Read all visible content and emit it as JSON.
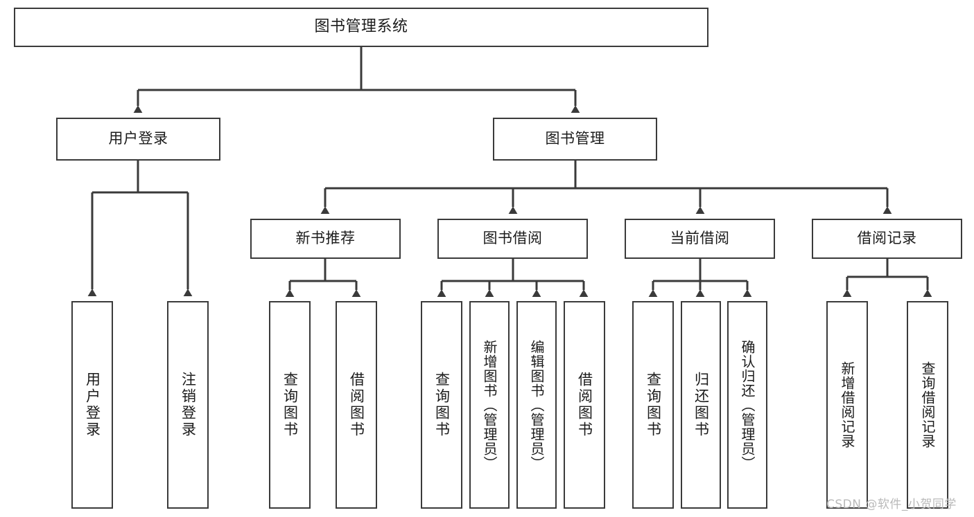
{
  "diagram": {
    "type": "tree-hierarchy",
    "title": "图书管理系统",
    "orientation": "top-down",
    "stroke_color": "#3a3a3a",
    "background_color": "#ffffff",
    "text_color": "#1b1b1b"
  },
  "nodes": {
    "root": {
      "label": "图书管理系统"
    },
    "level2": [
      {
        "id": "user-login",
        "label": "用户登录"
      },
      {
        "id": "book-manage",
        "label": "图书管理"
      }
    ],
    "level3": [
      {
        "id": "new-book-recommend",
        "label": "新书推荐"
      },
      {
        "id": "book-borrow",
        "label": "图书借阅"
      },
      {
        "id": "current-borrow",
        "label": "当前借阅"
      },
      {
        "id": "borrow-record",
        "label": "借阅记录"
      }
    ],
    "leaves": [
      {
        "id": "leaf-user-login",
        "label": "用户登录",
        "parent": "user-login"
      },
      {
        "id": "leaf-logout",
        "label": "注销登录",
        "parent": "user-login"
      },
      {
        "id": "leaf-query-book-1",
        "label": "查询图书",
        "parent": "new-book-recommend"
      },
      {
        "id": "leaf-borrow-book-1",
        "label": "借阅图书",
        "parent": "new-book-recommend"
      },
      {
        "id": "leaf-query-book-2",
        "label": "查询图书",
        "parent": "book-borrow"
      },
      {
        "id": "leaf-add-book",
        "label": "新增图书（管理员）",
        "parent": "book-borrow"
      },
      {
        "id": "leaf-edit-book",
        "label": "编辑图书（管理员）",
        "parent": "book-borrow"
      },
      {
        "id": "leaf-borrow-book-2",
        "label": "借阅图书",
        "parent": "book-borrow"
      },
      {
        "id": "leaf-query-book-3",
        "label": "查询图书",
        "parent": "current-borrow"
      },
      {
        "id": "leaf-return-book",
        "label": "归还图书",
        "parent": "current-borrow"
      },
      {
        "id": "leaf-confirm-return",
        "label": "确认归还（管理员）",
        "parent": "current-borrow"
      },
      {
        "id": "leaf-add-record",
        "label": "新增借阅记录",
        "parent": "borrow-record"
      },
      {
        "id": "leaf-query-record",
        "label": "查询借阅记录",
        "parent": "borrow-record"
      }
    ]
  },
  "watermark": {
    "text": "CSDN @软件_小贺同学"
  }
}
